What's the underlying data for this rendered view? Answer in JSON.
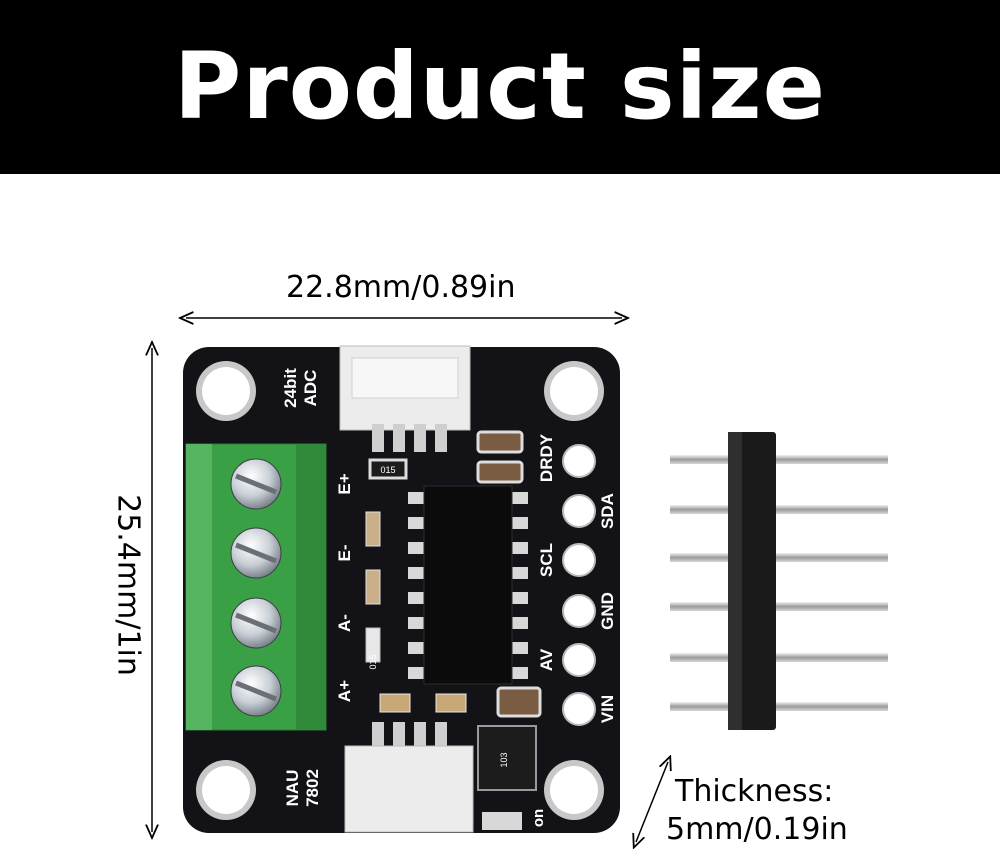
{
  "banner": {
    "title": "Product size"
  },
  "dimensions": {
    "width": "22.8mm/0.89in",
    "height": "25.4mm/1in",
    "thickness_label": "Thickness:",
    "thickness_value": "5mm/0.19in"
  },
  "board": {
    "silkscreen_adc": [
      "24bit",
      "ADC"
    ],
    "silkscreen_chip": [
      "NAU",
      "7802"
    ],
    "terminal_labels": [
      "E+",
      "E-",
      "A-",
      "A+"
    ],
    "pin_labels": [
      "DRDY",
      "SDA",
      "SCL",
      "GND",
      "AV",
      "VIN"
    ],
    "led_label": "on",
    "resistor_mark": "015",
    "resistor_mark_2": "015",
    "array_mark": "103"
  },
  "colors": {
    "banner": "#000000",
    "pcb": "#131217",
    "terminal": "#3aa046",
    "connector": "#ececec",
    "header": "#1a1a1a"
  },
  "icons": {
    "screw": "screw-icon",
    "mounting_hole": "mounting-hole-icon"
  }
}
